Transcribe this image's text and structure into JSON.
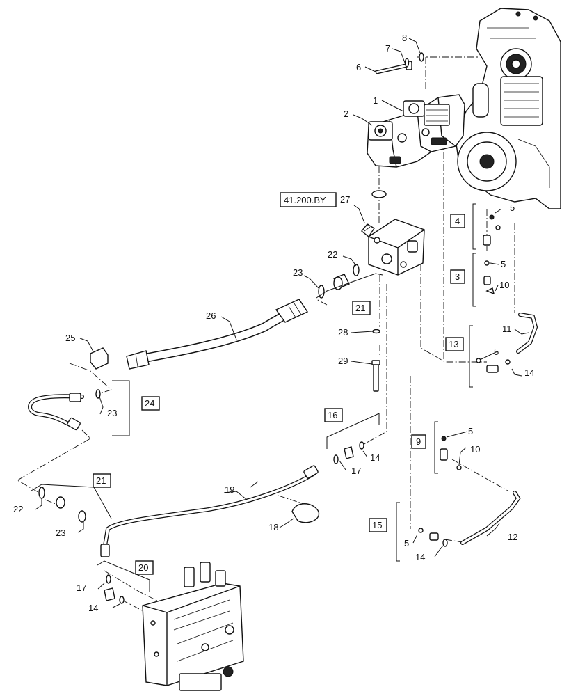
{
  "callouts": {
    "c1": "1",
    "c2": "2",
    "c3_box": "3",
    "c4_box": "4",
    "c5a": "5",
    "c5b": "5",
    "c5c": "5",
    "c5d": "5",
    "c5e": "5",
    "c6": "6",
    "c7": "7",
    "c8": "8",
    "c9_box": "9",
    "c10a": "10",
    "c10b": "10",
    "c11": "11",
    "c12": "12",
    "c13_box": "13",
    "c14a": "14",
    "c14b": "14",
    "c14c": "14",
    "c14d": "14",
    "c15_box": "15",
    "c16_box": "16",
    "c17a": "17",
    "c17b": "17",
    "c18": "18",
    "c19": "19",
    "c20_box": "20",
    "c21a_box": "21",
    "c21b_box": "21",
    "c22a": "22",
    "c22b": "22",
    "c23a": "23",
    "c23b": "23",
    "c23c": "23",
    "c24_box": "24",
    "c25": "25",
    "c26": "26",
    "c27": "27",
    "c28": "28",
    "c29": "29"
  },
  "reference_box": "41.200.BY"
}
